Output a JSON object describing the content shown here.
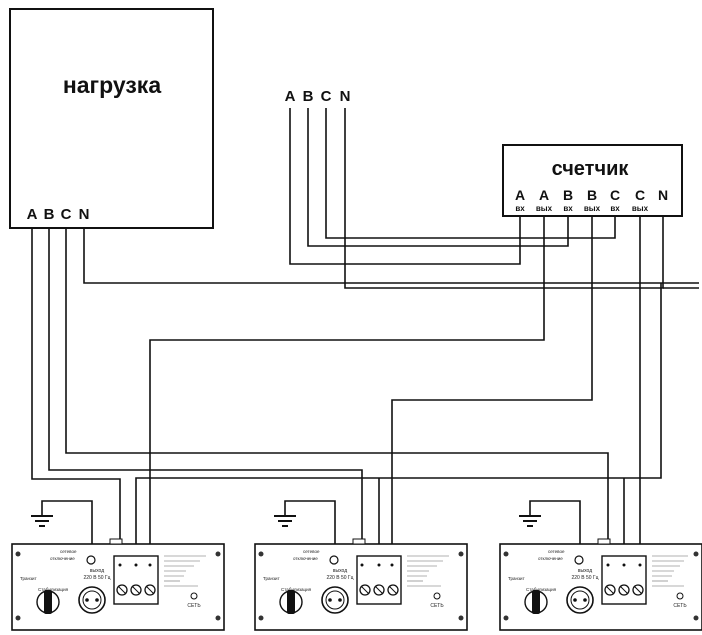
{
  "load": {
    "title": "нагрузка",
    "terminals": [
      "A",
      "B",
      "C",
      "N"
    ]
  },
  "supply": {
    "terminals": [
      "A",
      "B",
      "C",
      "N"
    ]
  },
  "meter": {
    "title": "счетчик",
    "terminals": [
      {
        "phase": "A",
        "role": "вх"
      },
      {
        "phase": "A",
        "role": "вых"
      },
      {
        "phase": "B",
        "role": "вх"
      },
      {
        "phase": "B",
        "role": "вых"
      },
      {
        "phase": "C",
        "role": "вх"
      },
      {
        "phase": "C",
        "role": "вых"
      },
      {
        "phase": "N",
        "role": ""
      }
    ]
  },
  "stabilizer": {
    "labels": {
      "network": "сетевое",
      "power_off": "отключение",
      "output_line1": "выход",
      "output_line2": "220 В 50 Гц",
      "stabilization": "Стабилизация",
      "transit": "Транзит",
      "net": "СЕТЬ"
    },
    "count": 3
  },
  "icons": [
    "ground-icon",
    "rotary-switch-icon",
    "socket-icon",
    "terminal-block-icon",
    "indicator-lamp-icon"
  ]
}
